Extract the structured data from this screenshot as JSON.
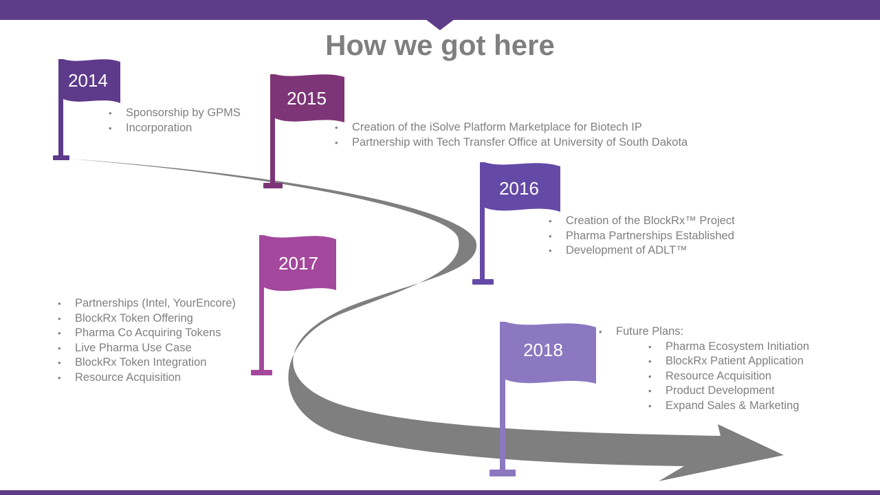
{
  "title": "How we got here",
  "colors": {
    "bar": "#5e3d88",
    "road": "#7f7f7f",
    "text": "#7f7f7f",
    "flag_2014": "#5e3a8a",
    "flag_2015": "#7d3577",
    "flag_2016": "#6549a6",
    "flag_2017": "#a3489c",
    "flag_2018": "#8b78c1"
  },
  "milestones": [
    {
      "year": "2014",
      "items": [
        "Sponsorship by GPMS",
        "Incorporation"
      ]
    },
    {
      "year": "2015",
      "items": [
        "Creation of the iSolve Platform Marketplace for Biotech IP",
        "Partnership with Tech Transfer Office at University of South Dakota"
      ]
    },
    {
      "year": "2016",
      "items": [
        "Creation of the BlockRx™ Project",
        "Pharma Partnerships Established",
        "Development of ADLT™"
      ]
    },
    {
      "year": "2017",
      "items": [
        "Partnerships (Intel, YourEncore)",
        "BlockRx Token Offering",
        "Pharma Co Acquiring Tokens",
        "Live Pharma Use Case",
        "BlockRx Token Integration",
        "Resource Acquisition"
      ]
    },
    {
      "year": "2018",
      "items": [
        "Future Plans:"
      ],
      "subitems": [
        "Pharma Ecosystem Initiation",
        "BlockRx Patient Application",
        "Resource Acquisition",
        "Product Development",
        "Expand Sales & Marketing"
      ]
    }
  ]
}
